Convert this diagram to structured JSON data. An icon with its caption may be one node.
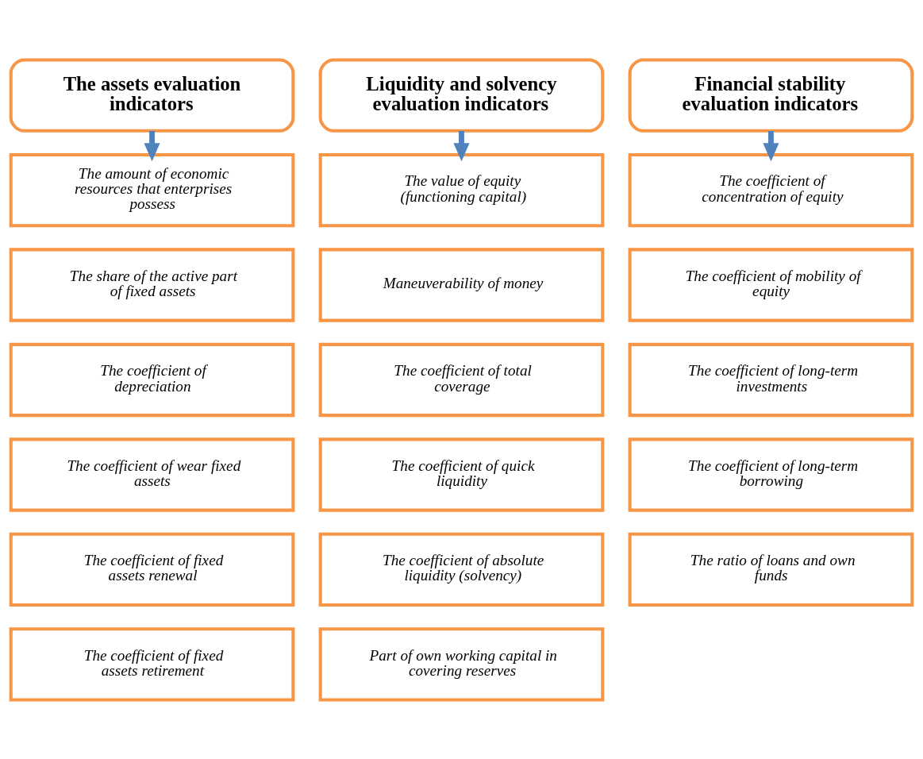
{
  "diagram": {
    "nodes": [
      {
        "text": [
          "The assets evaluation indicators"
        ]
      },
      {
        "text": [
          "The amount of economic resources that enterprises possess"
        ]
      },
      {
        "text": [
          "The share of the active part of fixed assets"
        ]
      },
      {
        "text": [
          "The coefficient of depreciation"
        ]
      },
      {
        "text": [
          "The coefficient of wear fixed assets"
        ]
      },
      {
        "text": [
          "The coefficient of fixed assets renewal"
        ]
      },
      {
        "text": [
          "The coefficient of fixed assets retirement"
        ]
      },
      {
        "text": [
          "Liquidity and solvency evaluation indicators"
        ]
      },
      {
        "text": [
          "The value of equity (functioning capital)"
        ]
      },
      {
        "text": [
          "Maneuverability of money"
        ]
      },
      {
        "text": [
          "The coefficient of total coverage"
        ]
      },
      {
        "text": [
          "The coefficient of quick liquidity"
        ]
      },
      {
        "text": [
          "The coefficient of absolute liquidity (solvency)"
        ]
      },
      {
        "text": [
          "Part of own working capital in covering reserves"
        ]
      },
      {
        "text": [
          "Financial stability evaluation indicators"
        ]
      },
      {
        "text": [
          "The coefficient of concentration of equity"
        ]
      },
      {
        "text": [
          "The coefficient of mobility of equity"
        ]
      },
      {
        "text": [
          "The coefficient of long-term investments"
        ]
      },
      {
        "text": [
          "The coefficient of long-term borrowing"
        ]
      },
      {
        "text": [
          "The ratio of loans and own funds"
        ]
      }
    ],
    "edges": [
      {
        "from": 0,
        "to": 1,
        "arrow": "to"
      },
      {
        "from": 7,
        "to": 8,
        "arrow": "to"
      },
      {
        "from": 14,
        "to": 15,
        "arrow": "to"
      }
    ]
  }
}
